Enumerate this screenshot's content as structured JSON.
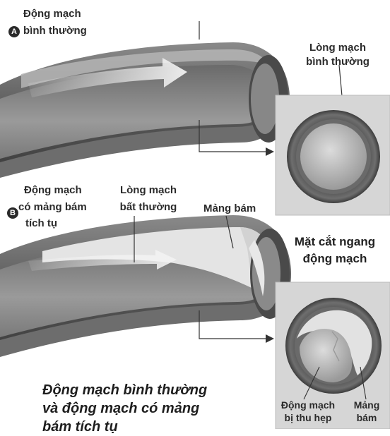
{
  "panel_a": {
    "badge": "A",
    "title_line1": "Động mạch",
    "title_line2": "bình thường",
    "lumen_line1": "Lòng mạch",
    "lumen_line2": "bình thường"
  },
  "panel_b": {
    "badge": "B",
    "title_line1": "Động mạch",
    "title_line2": "có mảng bám",
    "title_line3": "tích tụ",
    "lumen_line1": "Lòng mạch",
    "lumen_line2": "bất thường",
    "plaque": "Mảng bám",
    "cross_section_line1": "Mặt cắt ngang",
    "cross_section_line2": "động mạch",
    "narrowed_line1": "Động mạch",
    "narrowed_line2": "bị thu hẹp",
    "plaque2_line1": "Mảng",
    "plaque2_line2": "bám"
  },
  "caption": {
    "line1": "Động mạch bình thường",
    "line2": "và động mạch có mảng",
    "line3": "bám tích tụ"
  },
  "colors": {
    "vessel_dark": "#5a5a5a",
    "vessel_light": "#b8b8b8",
    "inset_bg": "#d9d9d9",
    "plaque": "#e6e6e6"
  }
}
